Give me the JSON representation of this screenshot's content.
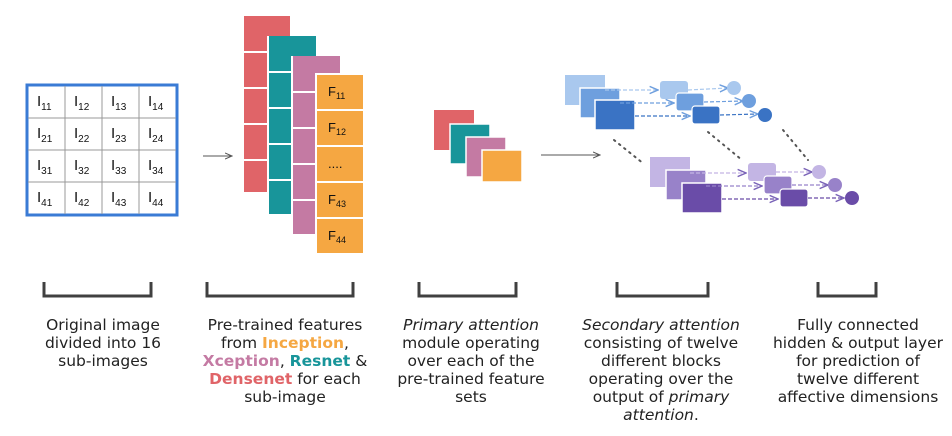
{
  "grid": {
    "cells": [
      [
        "I",
        "11",
        "I",
        "12",
        "I",
        "13",
        "I",
        "14"
      ],
      [
        "I",
        "21",
        "I",
        "22",
        "I",
        "23",
        "I",
        "24"
      ],
      [
        "I",
        "31",
        "I",
        "32",
        "I",
        "33",
        "I",
        "34"
      ],
      [
        "I",
        "41",
        "I",
        "42",
        "I",
        "43",
        "I",
        "44"
      ]
    ]
  },
  "features": [
    {
      "base": "F",
      "sub": "11"
    },
    {
      "base": "F",
      "sub": "12"
    },
    {
      "base": "....",
      "sub": ""
    },
    {
      "base": "F",
      "sub": "43"
    },
    {
      "base": "F",
      "sub": "44"
    }
  ],
  "colors": {
    "grid_border": "#3a7bd5",
    "inception": "#f5a742",
    "xception": "#c47aa3",
    "resnet": "#18959a",
    "densenet": "#e06468",
    "blue_dark": "#3a73c4",
    "blue_mid": "#6e9fde",
    "blue_light": "#a9c8ee",
    "purple_dark": "#6a4ca8",
    "purple_mid": "#9882c9",
    "purple_light": "#c3b5e4",
    "bracket": "#404040"
  },
  "captions": {
    "c1": "Original image divided into 16 sub-images",
    "c2": {
      "l1": "Pre-trained features",
      "from": "from ",
      "inception": "Inception",
      "comma": ",",
      "xception": "Xception",
      "comma2": ", ",
      "resnet": "Resnet",
      "amp": " &",
      "densenet": "Densenet",
      "tail": " for each",
      "l4": "sub-image"
    },
    "c3": {
      "em": "Primary attention",
      "rest": " module operating over each of the pre-trained feature sets"
    },
    "c4": {
      "em": "Secondary attention",
      "rest": " consisting of twelve different blocks operating over the output of ",
      "em2": "primary",
      "em3": "attention",
      "end": "."
    },
    "c5": "Fully connected hidden & output layer for prediction of twelve different affective dimensions"
  }
}
